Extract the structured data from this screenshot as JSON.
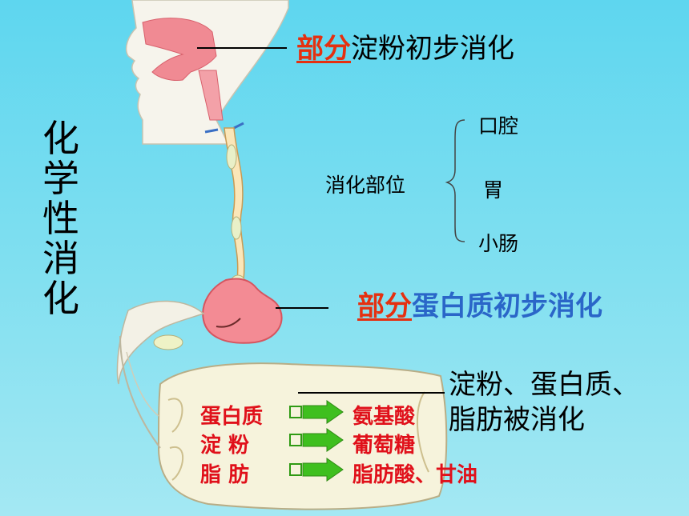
{
  "top_label": {
    "highlight": "部分",
    "rest": "淀粉初步消化"
  },
  "side_title": [
    "化",
    "学",
    "性",
    "消",
    "化"
  ],
  "sites": {
    "label": "消化部位",
    "items": [
      "口腔",
      "胃",
      "小肠"
    ]
  },
  "mid_label": {
    "highlight": "部分",
    "rest": "蛋白质初步消化"
  },
  "bottom_label": {
    "line1": "淀粉、蛋白质、",
    "line2": "脂肪被消化"
  },
  "reactions": [
    {
      "from": "蛋白质",
      "to": "氨基酸"
    },
    {
      "from": "淀 粉",
      "to": "葡萄糖"
    },
    {
      "from": "脂 肪",
      "to": "脂肪酸、甘油"
    }
  ],
  "colors": {
    "highlight": "#e53010",
    "protein_text": "#2a66c8",
    "reaction_text": "#e0101a",
    "arrow": "#3fbf1f"
  }
}
